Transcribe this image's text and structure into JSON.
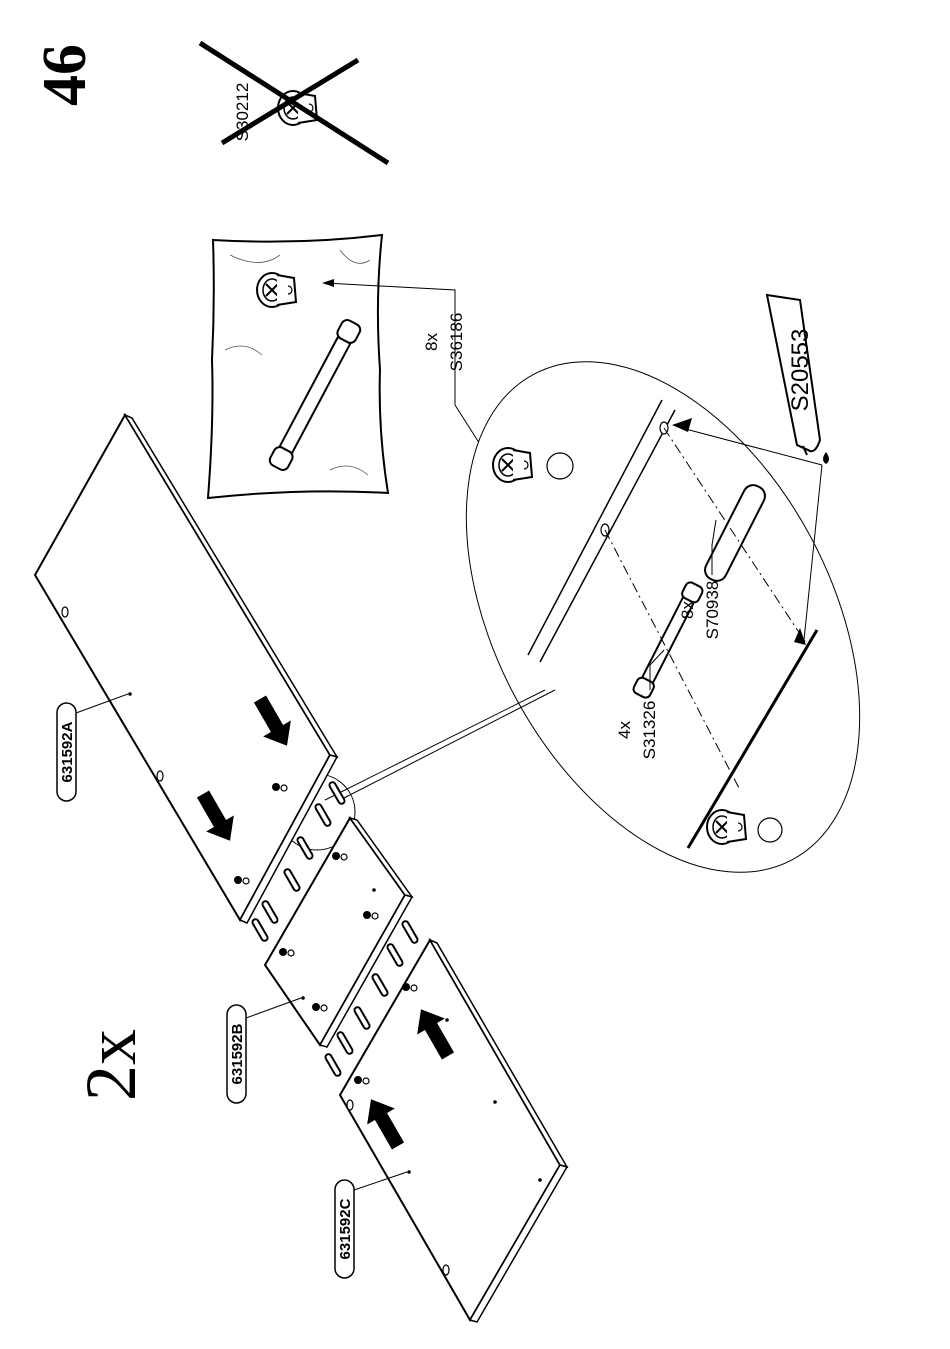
{
  "step_number": "46",
  "quantity_multiplier": "2x",
  "not_used_part": {
    "code": "S30212"
  },
  "panels": [
    {
      "label": "631592A"
    },
    {
      "label": "631592B"
    },
    {
      "label": "631592C"
    }
  ],
  "hardware": [
    {
      "qty": "8x",
      "code": "S36186"
    },
    {
      "qty": "8x",
      "code": "S70938"
    },
    {
      "qty": "4x",
      "code": "S31326"
    }
  ],
  "glue": {
    "code": "S20553"
  }
}
